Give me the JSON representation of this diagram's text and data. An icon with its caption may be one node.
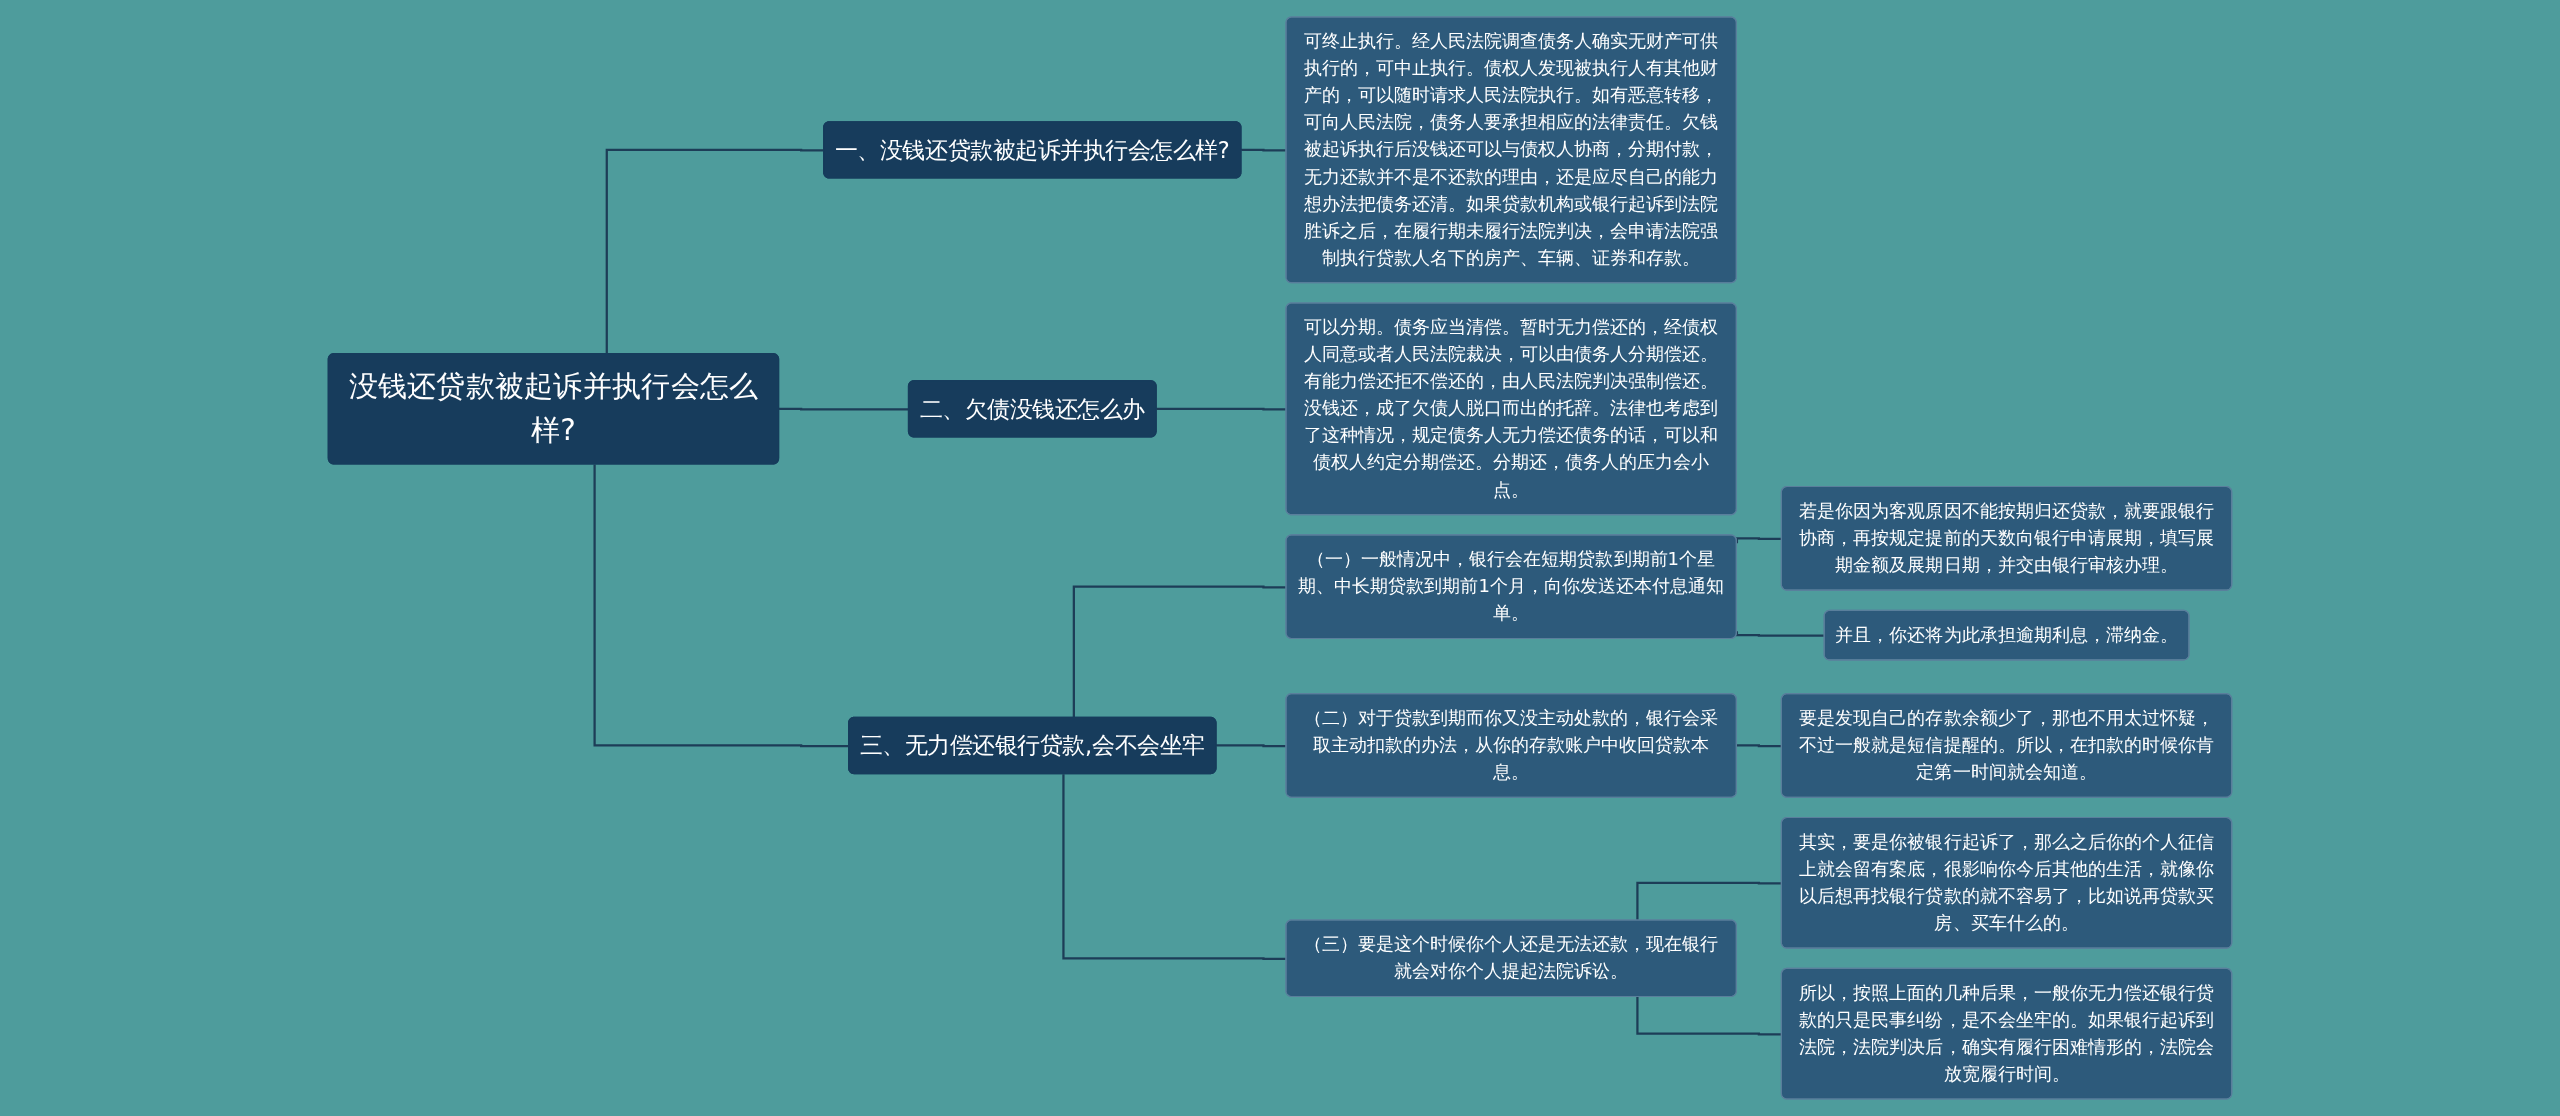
{
  "diagram": {
    "nodes": [
      {
        "text": [
          "没钱还贷款被起诉并执行会怎么样?"
        ]
      },
      {
        "text": [
          "一、没钱还贷款被起诉并执行会怎么样?"
        ]
      },
      {
        "text": [
          "可终止执行。经人民法院调查债务人确实无财产可供执行的，可中止执行。债权人发现被执行人有其他财产的，可以随时请求人民法院执行。如有恶意转移，可向人民法院，债务人要承担相应的法律责任。欠钱被起诉执行后没钱还可以与债权人协商，分期付款，无力还款并不是不还款的理由，还是应尽自己的能力想办法把债务还清。如果贷款机构或银行起诉到法院胜诉之后，在履行期未履行法院判决，会申请法院强制执行贷款人名下的房产、车辆、证券和存款。"
        ]
      },
      {
        "text": [
          "二、欠债没钱还怎么办"
        ]
      },
      {
        "text": [
          "可以分期。债务应当清偿。暂时无力偿还的，经债权人同意或者人民法院裁决，可以由债务人分期偿还。有能力偿还拒不偿还的，由人民法院判决强制偿还。没钱还，成了欠债人脱口而出的托辞。法律也考虑到了这种情况，规定债务人无力偿还债务的话，可以和债权人约定分期偿还。分期还，债务人的压力会小点。"
        ]
      },
      {
        "text": [
          "三、无力偿还银行贷款,会不会坐牢"
        ]
      },
      {
        "text": [
          "（一）一般情况中，银行会在短期贷款到期前1个星期、中长期贷款到期前1个月，向你发送还本付息通知单。"
        ]
      },
      {
        "text": [
          "若是你因为客观原因不能按期归还贷款，就要跟银行协商，再按规定提前的天数向银行申请展期，填写展期金额及展期日期，并交由银行审核办理。"
        ]
      },
      {
        "text": [
          "并且，你还将为此承担逾期利息，滞纳金。"
        ]
      },
      {
        "text": [
          "（二）对于贷款到期而你又没主动处款的，银行会采取主动扣款的办法，从你的存款账户中收回贷款本息。"
        ]
      },
      {
        "text": [
          "要是发现自己的存款余额少了，那也不用太过怀疑，不过一般就是短信提醒的。所以，在扣款的时候你肯定第一时间就会知道。"
        ]
      },
      {
        "text": [
          "（三）要是这个时候你个人还是无法还款，现在银行就会对你个人提起法院诉讼。"
        ]
      },
      {
        "text": [
          "其实，要是你被银行起诉了，那么之后你的个人征信上就会留有案底，很影响你今后其他的生活，就像你以后想再找银行贷款的就不容易了，比如说再贷款买房、买车什么的。"
        ]
      },
      {
        "text": [
          "所以，按照上面的几种后果，一般你无力偿还银行贷款的只是民事纠纷，是不会坐牢的。如果银行起诉到法院，法院判决后，确实有履行困难情形的，法院会放宽履行时间。"
        ]
      }
    ],
    "edges": [
      {
        "from": 0,
        "to": 1,
        "arrow": "none"
      },
      {
        "from": 1,
        "to": 2,
        "arrow": "none"
      },
      {
        "from": 0,
        "to": 3,
        "arrow": "none"
      },
      {
        "from": 3,
        "to": 4,
        "arrow": "none"
      },
      {
        "from": 0,
        "to": 5,
        "arrow": "none"
      },
      {
        "from": 5,
        "to": 6,
        "arrow": "none"
      },
      {
        "from": 6,
        "to": 7,
        "arrow": "none"
      },
      {
        "from": 6,
        "to": 8,
        "arrow": "none"
      },
      {
        "from": 5,
        "to": 9,
        "arrow": "none"
      },
      {
        "from": 9,
        "to": 10,
        "arrow": "none"
      },
      {
        "from": 5,
        "to": 11,
        "arrow": "none"
      },
      {
        "from": 11,
        "to": 12,
        "arrow": "none"
      },
      {
        "from": 11,
        "to": 13,
        "arrow": "none"
      }
    ]
  }
}
